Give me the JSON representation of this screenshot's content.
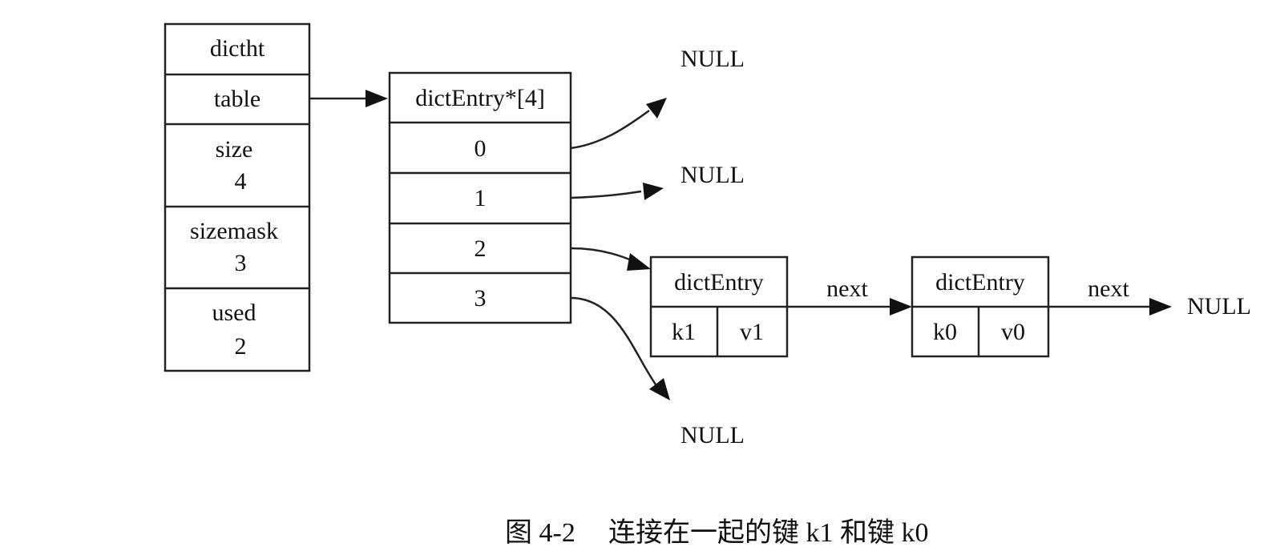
{
  "dictht": {
    "title": "dictht",
    "table": "table",
    "size_label": "size",
    "size_value": "4",
    "sizemask_label": "sizemask",
    "sizemask_value": "3",
    "used_label": "used",
    "used_value": "2"
  },
  "table_array": {
    "title": "dictEntry*[4]",
    "slots": [
      "0",
      "1",
      "2",
      "3"
    ]
  },
  "null_label": "NULL",
  "entry_k1": {
    "title": "dictEntry",
    "key": "k1",
    "value": "v1"
  },
  "entry_k0": {
    "title": "dictEntry",
    "key": "k0",
    "value": "v0"
  },
  "next_label": "next",
  "caption": {
    "figure": "图 4-2",
    "text": "连接在一起的键 k1 和键 k0"
  }
}
